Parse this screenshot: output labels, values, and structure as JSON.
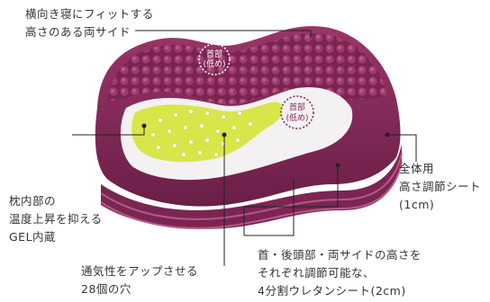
{
  "labels": {
    "side_height": [
      "横向き寝にフィットする",
      "高さのある両サイド"
    ],
    "neck_low_top": [
      "首部",
      "(低め)"
    ],
    "neck_low_mid": [
      "首部",
      "(低め)"
    ],
    "gel": [
      "枕内部の",
      "温度上昇を抑える",
      "GEL内蔵"
    ],
    "holes": [
      "通気性をアップさせる",
      "28個の穴"
    ],
    "urethane": [
      "首・後頭部・両サイドの高さを",
      "それぞれ調節可能な、",
      "4分割ウレタンシート(2cm)"
    ],
    "full_sheet": [
      "全体用",
      "高さ調節シート",
      "(1cm)"
    ]
  },
  "colors": {
    "pillow_main": "#8a2a5c",
    "pillow_dark": "#6a1f47",
    "pillow_light": "#a9467a",
    "gel": "#d8e64a",
    "foam": "#f3f1f2",
    "leader_line": "#222222"
  }
}
